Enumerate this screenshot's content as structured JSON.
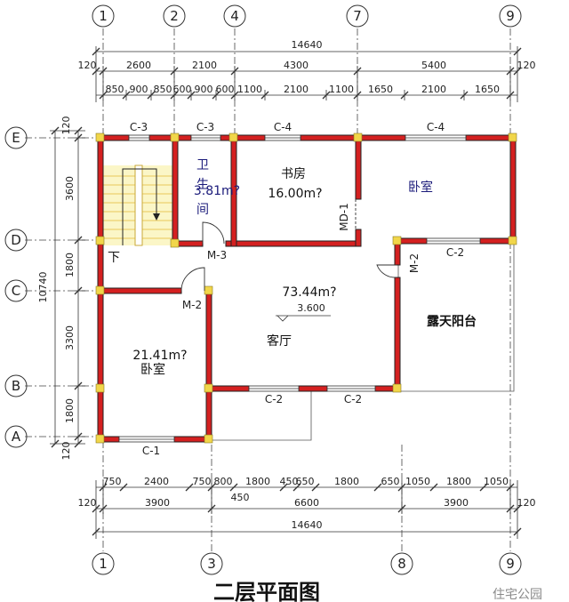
{
  "title": "二层平面图",
  "watermark": "住宅公园",
  "top_axes": [
    "1",
    "2",
    "4",
    "7",
    "9"
  ],
  "bottom_axes": [
    "1",
    "3",
    "8",
    "9"
  ],
  "left_axes": [
    "E",
    "D",
    "C",
    "B",
    "A"
  ],
  "top_total": "14640",
  "top_row2": [
    "120",
    "2600",
    "2100",
    "4300",
    "5400",
    "120"
  ],
  "top_row3": [
    "850",
    "900",
    "850",
    "600",
    "900",
    "600",
    "1100",
    "2100",
    "1100",
    "1650",
    "2100",
    "1650"
  ],
  "bottom_row1": [
    "750",
    "2400",
    "750",
    "800",
    "1800",
    "450",
    "650",
    "1800",
    "650",
    "1050",
    "1800",
    "1050"
  ],
  "bottom_extra": "450",
  "bottom_row2": [
    "120",
    "3900",
    "6600",
    "3900",
    "120"
  ],
  "bottom_total": "14640",
  "left_total": "10740",
  "left_dims": [
    "120",
    "3600",
    "1800",
    "3300",
    "1800",
    "120"
  ],
  "windows": {
    "c3a": "C-3",
    "c3b": "C-3",
    "c4a": "C-4",
    "c4b": "C-4",
    "c2a": "C-2",
    "c2b": "C-2",
    "c2c": "C-2",
    "c1": "C-1"
  },
  "doors": {
    "m3": "M-3",
    "m2a": "M-2",
    "m2b": "M-2",
    "md1": "MD-1"
  },
  "rooms": {
    "bath_1": "卫",
    "bath_2": "生",
    "bath_3": "间",
    "bath_area": "3.81m?",
    "study": "书房",
    "study_area": "16.00m?",
    "bedroom_ne": "卧室",
    "living": "客厅",
    "living_area": "73.44m?",
    "level": "3.600",
    "bedroom_sw": "卧室",
    "bedroom_sw_area": "21.41m?",
    "terrace": "露天阳台",
    "stair_down": "下"
  }
}
